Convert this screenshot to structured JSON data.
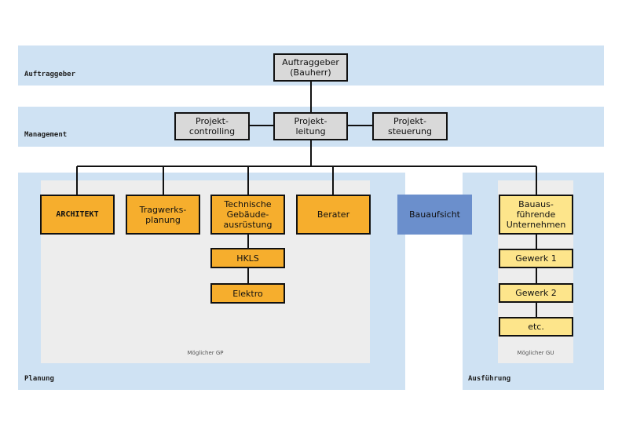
{
  "bands": {
    "auftraggeber": "Auftraggeber",
    "management": "Management",
    "planung": "Planung",
    "ausfuehrung": "Ausführung"
  },
  "areas": {
    "gp": "Möglicher GP",
    "gu": "Möglicher GU"
  },
  "nodes": {
    "auftraggeber": "Auftraggeber\n(Bauherr)",
    "projektcontrolling": "Projekt-\ncontrolling",
    "projektleitung": "Projekt-\nleitung",
    "projektsteuerung": "Projekt-\nsteuerung",
    "architekt": "ARCHITEKT",
    "tragwerksplanung": "Tragwerks-\nplanung",
    "tga": "Technische\nGebäude-\nausrüstung",
    "berater": "Berater",
    "hkls": "HKLS",
    "elektro": "Elektro",
    "bauaufsicht": "Bauaufsicht",
    "bauausfuehrende": "Bauaus-\nführende\nUnternehmen",
    "gewerk1": "Gewerk 1",
    "gewerk2": "Gewerk 2",
    "etc": "etc."
  }
}
